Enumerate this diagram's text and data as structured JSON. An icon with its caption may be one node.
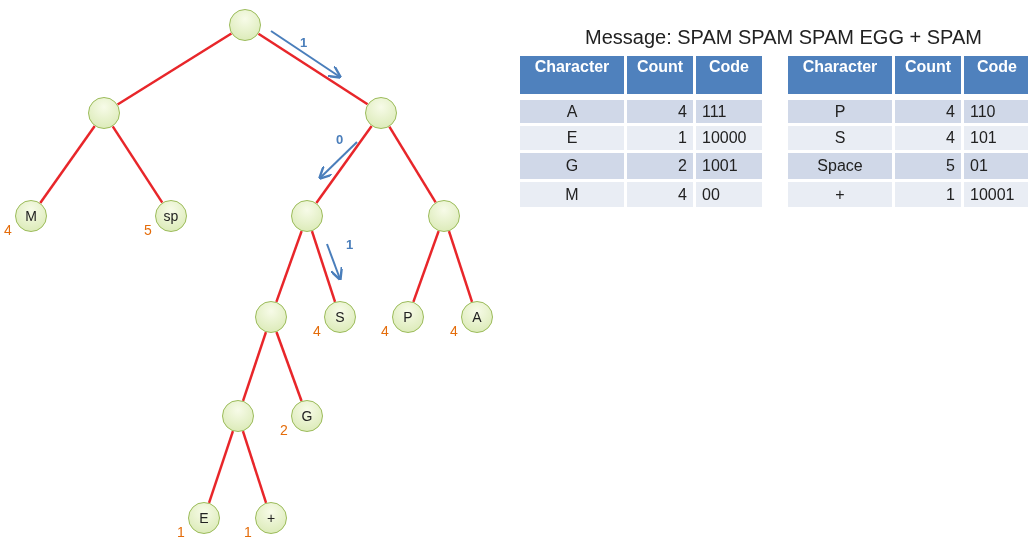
{
  "diagram": {
    "title": "Message: SPAM SPAM SPAM EGG + SPAM",
    "nodes": [
      {
        "text": [],
        "shape": "circle"
      },
      {
        "text": [],
        "shape": "circle"
      },
      {
        "text": [],
        "shape": "circle"
      },
      {
        "text": [
          "M"
        ],
        "beside": [
          "4"
        ]
      },
      {
        "text": [
          "sp"
        ],
        "beside": [
          "5"
        ]
      },
      {
        "text": [],
        "shape": "circle"
      },
      {
        "text": [],
        "shape": "circle"
      },
      {
        "text": [],
        "shape": "circle"
      },
      {
        "text": [
          "S"
        ],
        "beside": [
          "4"
        ]
      },
      {
        "text": [
          "P"
        ],
        "beside": [
          "4"
        ]
      },
      {
        "text": [
          "A"
        ],
        "beside": [
          "4"
        ]
      },
      {
        "text": [],
        "shape": "circle"
      },
      {
        "text": [
          "G"
        ],
        "beside": [
          "2"
        ]
      },
      {
        "text": [
          "E"
        ],
        "beside": [
          "1"
        ]
      },
      {
        "text": [
          "+"
        ],
        "beside": [
          "1"
        ]
      }
    ],
    "edges": [
      {
        "from": 0,
        "to": 1,
        "arrow": "none"
      },
      {
        "from": 0,
        "to": 2,
        "arrow": "none"
      },
      {
        "from": 1,
        "to": 3,
        "arrow": "none"
      },
      {
        "from": 1,
        "to": 4,
        "arrow": "none"
      },
      {
        "from": 2,
        "to": 5,
        "arrow": "none"
      },
      {
        "from": 2,
        "to": 6,
        "arrow": "none"
      },
      {
        "from": 5,
        "to": 7,
        "arrow": "none"
      },
      {
        "from": 5,
        "to": 8,
        "arrow": "none"
      },
      {
        "from": 6,
        "to": 9,
        "arrow": "none"
      },
      {
        "from": 6,
        "to": 10,
        "arrow": "none"
      },
      {
        "from": 7,
        "to": 11,
        "arrow": "none"
      },
      {
        "from": 7,
        "to": 12,
        "arrow": "none"
      },
      {
        "from": 11,
        "to": 13,
        "arrow": "none"
      },
      {
        "from": 11,
        "to": 14,
        "arrow": "none"
      }
    ],
    "labels": [
      "1",
      "0",
      "1",
      "Character",
      "Count",
      "Code",
      "A",
      "4",
      "111",
      "E",
      "1",
      "10000",
      "G",
      "2",
      "1001",
      "M",
      "4",
      "00",
      "Character",
      "Count",
      "Code",
      "P",
      "4",
      "110",
      "S",
      "4",
      "101",
      "Space",
      "5",
      "01",
      "+",
      "1",
      "10001"
    ]
  }
}
